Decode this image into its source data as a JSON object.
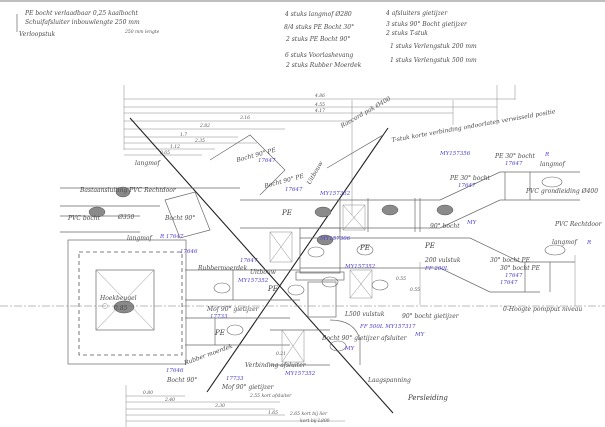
{
  "notes_left": [
    "PE bocht verlaadbaar 0,25 kaalbocht",
    "Schuifafsluiter inbouwlengte 250 mm",
    "Verloopstuk",
    "250 mm lengte"
  ],
  "notes_middle": [
    "4 stuks langmof Ø280",
    "8/4 stuks PE Bocht 30°",
    "2 stuks PE Bocht 90°",
    "6 stuks Voorlashevang",
    "2 stuks Rubber Moerdek"
  ],
  "notes_right": [
    "4 afsluiters gietijzer",
    "3 stuks 90° Bocht gietijzer",
    "2 stuks T-stuk",
    "1 stuks Verlengstuk 200 mm",
    "1 stuks Verlengstuk 500 mm"
  ],
  "dimensions_top": [
    "4.86",
    "4.55",
    "4.17",
    "3.16",
    "2.82",
    "1.7",
    "2.35",
    "1.12",
    "0.65"
  ],
  "dimensions_bottom": [
    "0.80",
    "2.40",
    "2.55 kort afsluiter",
    "3.30",
    "1.65",
    "2.65 kort bij lier",
    "kort bij L800"
  ],
  "labels": {
    "raccord": "Raccord pak Ø400",
    "tstuk": "T-stuk korte verbinding ondoorlaten verwisseld positie",
    "tstuk_code": "MY157356",
    "langmof_tl": "langmof",
    "bocht_pe1": "Bocht 90° PE",
    "bocht_pe1_code": "17647",
    "bocht_pe2": "Bocht 90° PE",
    "bocht_pe2_code": "17647",
    "bastaansluit": "Bastaansluiting PVC Rechtdoor",
    "pvc_bocht": "PVC bocht",
    "diam350": "Ø350",
    "langmof_l": "langmof",
    "langmof_l_code": "R 17647",
    "bocht_l": "Bocht 90°",
    "bocht_l_code": "17646",
    "rubber": "Rubbermoerdek",
    "rubber_code": "17647",
    "uitbouw1": "Uitbouw",
    "uitbouw2": "Uitbouw",
    "uitbouw2_code": "MY157352",
    "pe_a": "PE",
    "pe_b": "PE",
    "pe_c": "PE",
    "pe_d": "PE",
    "pe_e": "PE",
    "code_my1": "MY157352",
    "code_my2": "MY157306",
    "code_my3": "MY157352",
    "pe30_1": "PE 30° bocht",
    "pe30_1_code": "17647",
    "pe30_2": "PE 30° bocht",
    "pe30_2_code": "17647",
    "langmof_tr": "langmof",
    "langmof_tr_code": "R",
    "pvc_r1": "PVC grondleiding Ø400",
    "pvc_r2": "PVC Rechtdoor",
    "langmof_r": "langmof",
    "langmof_r_code": "R",
    "bocht30_r": "30° bocht PE",
    "bocht30_r_code": "17647",
    "bocht30_m": "30° bocht PE",
    "bocht30_m_code": "17647",
    "gat_90": "90° bocht",
    "gat_90_code": "MY",
    "vul200": "200 vulstuk",
    "vul200_code": "FF 200L",
    "hoogte0": "0-Hoogte pompput niveau",
    "dim_rt": "0.55",
    "hoeksteun": "Hoekbeugel",
    "hoeksteun_code": "0.85",
    "mofstuk1": "Mof 90° gietijzer",
    "mofstuk1_code": "17733",
    "rubber2": "Rubber moerdek",
    "bocht_b": "Bocht 90°",
    "bocht_b_code": "17646",
    "mofstuk2": "Mof 90° gietijzer",
    "mofstuk2_code": "17733",
    "verbinding": "Verbinding afsluiter",
    "verbinding_code": "MY157352",
    "lvoorlas": "L500 vulstuk",
    "lvoorlas_code": "FF 500L MY157317",
    "bocht_ggz": "Bocht 90° gietijzer afsluiter",
    "bocht_ggz_code": "MY",
    "bocht_gg2": "90° bocht gietijzer",
    "bocht_gg2_code": "MY",
    "dim_021": "0.21",
    "dim_r55": "0.55",
    "langspanning": "Laagspanning",
    "persleiding": "Persleiding"
  },
  "colors": {
    "pencil": "#4a4a4a",
    "ballpoint_blue": "#4b3fcf"
  }
}
